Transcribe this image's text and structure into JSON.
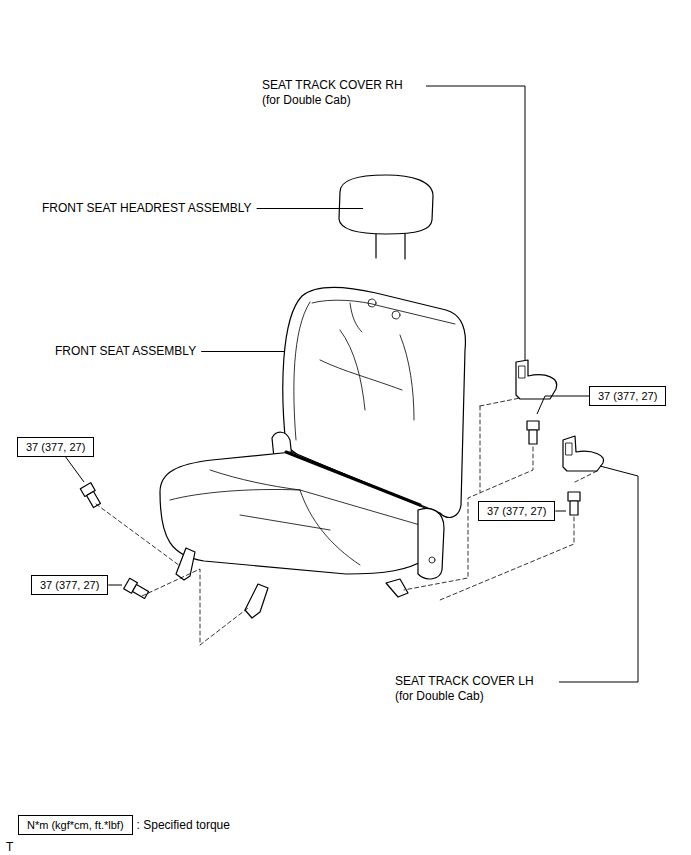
{
  "diagram": {
    "nodes": [
      {
        "text": [
          "37 (377, 27)"
        ]
      },
      {
        "text": [
          "37 (377, 27)"
        ]
      },
      {
        "text": [
          "37 (377, 27)"
        ]
      },
      {
        "text": [
          "37 (377, 27)"
        ]
      },
      {
        "text": [
          "N*m (kgf*cm, ft.*lbf)"
        ]
      }
    ],
    "labels": [
      "SEAT TRACK COVER RH (for Double Cab)",
      "FRONT SEAT HEADREST ASSEMBLY",
      "FRONT SEAT ASSEMBLY",
      "SEAT TRACK COVER LH (for Double Cab)",
      ": Specified torque",
      "T"
    ]
  }
}
